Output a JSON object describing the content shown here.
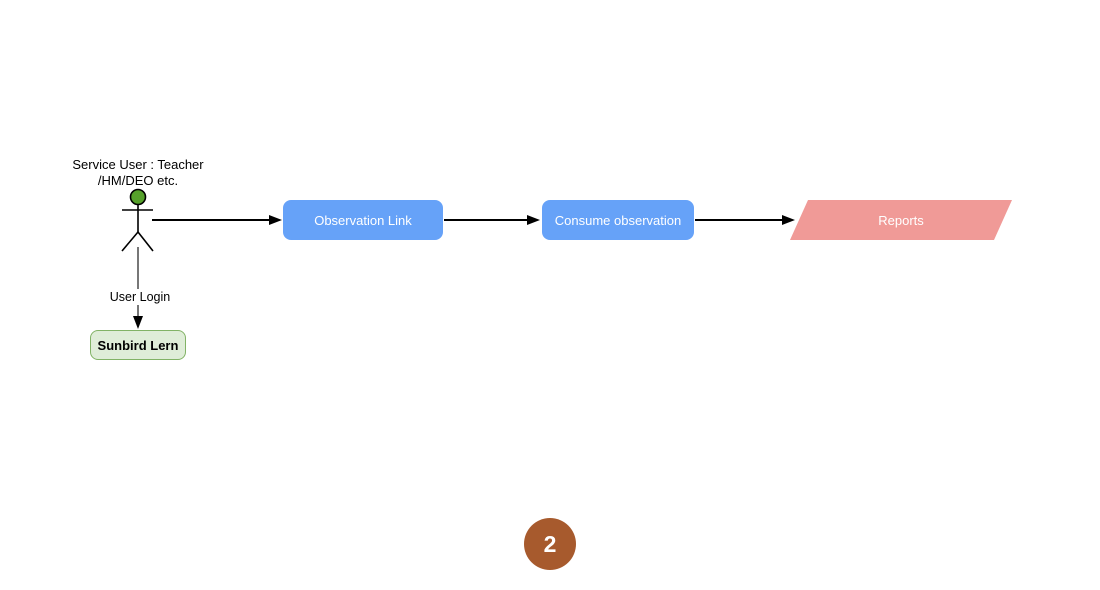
{
  "colors": {
    "canvas-bg": "#FFFFFF",
    "node-blue": "#66A2F8",
    "node-pink": "#F09A97",
    "node-text": "#FFFFFF",
    "sunbird-fill": "#DFEDD8",
    "sunbird-border": "#82B366",
    "actor-head": "#56A12B",
    "badge-brown": "#A75A2D",
    "connector": "#000000",
    "down-connector": "#555555"
  },
  "actor": {
    "label_line1": "Service User : Teacher",
    "label_line2": "/HM/DEO etc.",
    "login_label": "User Login"
  },
  "nodes": {
    "observation_link": {
      "label": "Observation Link"
    },
    "consume_observation": {
      "label": "Consume observation"
    },
    "reports": {
      "label": "Reports"
    },
    "sunbird": {
      "label": "Sunbird Lern"
    }
  },
  "badge": {
    "number": "2"
  }
}
